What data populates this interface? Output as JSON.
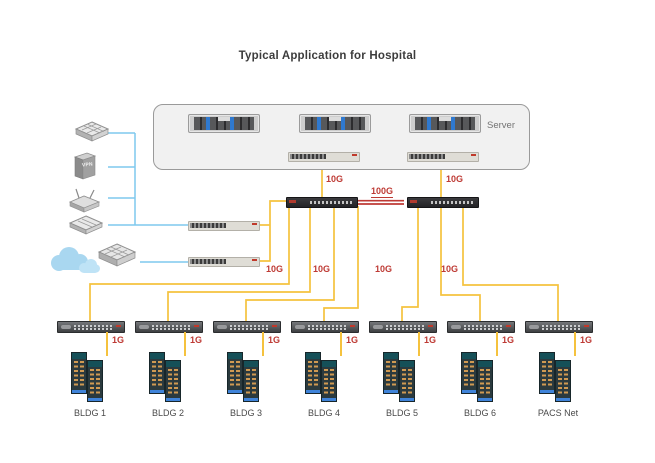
{
  "title": "Typical Application for Hospital",
  "server_area": {
    "label": "Server"
  },
  "left_devices": {
    "items": [
      "firewall",
      "vpn-gateway",
      "wireless-router",
      "lan-switch",
      "internet-cloud",
      "edge-router"
    ],
    "vpn_label": "VPN"
  },
  "links": {
    "core_interconnect": "100G",
    "server_uplinks": [
      "10G",
      "10G"
    ],
    "distribution": [
      "10G",
      "10G",
      "10G",
      "10G"
    ],
    "access_speed": "1G"
  },
  "buildings": [
    {
      "name": "BLDG 1",
      "link": "1G"
    },
    {
      "name": "BLDG 2",
      "link": "1G"
    },
    {
      "name": "BLDG 3",
      "link": "1G"
    },
    {
      "name": "BLDG 4",
      "link": "1G"
    },
    {
      "name": "BLDG 5",
      "link": "1G"
    },
    {
      "name": "BLDG 6",
      "link": "1G"
    },
    {
      "name": "PACS Net",
      "link": "1G"
    }
  ],
  "colors": {
    "link_fiber": "#F5C23E",
    "link_lan": "#7EC9EE",
    "speed_label": "#BE3A34",
    "title_color": "#3C3C3C"
  }
}
